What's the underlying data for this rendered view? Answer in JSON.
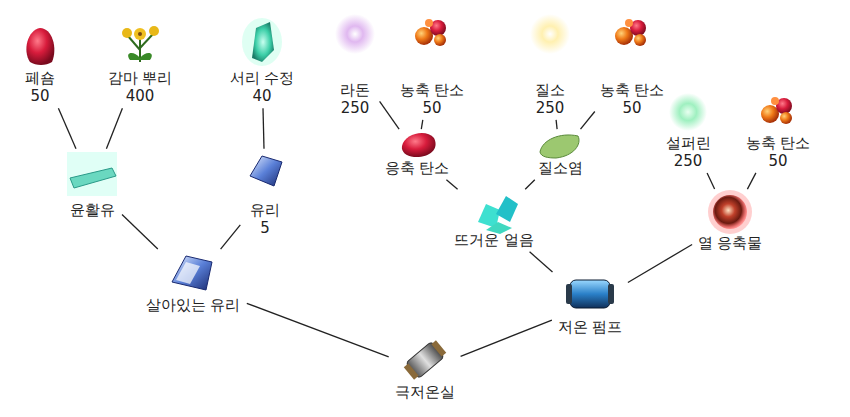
{
  "diagram": {
    "nodes": [
      {
        "text": [
          "페숌",
          "50"
        ]
      },
      {
        "text": [
          "감마 뿌리",
          "400"
        ]
      },
      {
        "text": [
          "서리 수정",
          "40"
        ]
      },
      {
        "text": [
          "라돈",
          "250"
        ]
      },
      {
        "text": [
          "농축 탄소",
          "50"
        ]
      },
      {
        "text": [
          "질소",
          "250"
        ]
      },
      {
        "text": [
          "농축 탄소",
          "50"
        ]
      },
      {
        "text": [
          "설퍼린",
          "250"
        ]
      },
      {
        "text": [
          "농축 탄소",
          "50"
        ]
      },
      {
        "text": [
          "윤활유"
        ]
      },
      {
        "text": [
          "유리",
          "5"
        ]
      },
      {
        "text": [
          "응축 탄소"
        ]
      },
      {
        "text": [
          "질소염"
        ]
      },
      {
        "text": [
          "뜨거운 얼음"
        ]
      },
      {
        "text": [
          "열 응축물"
        ]
      },
      {
        "text": [
          "살아있는 유리"
        ]
      },
      {
        "text": [
          "저온 펌프"
        ]
      },
      {
        "text": [
          "극저온실"
        ]
      }
    ],
    "edges": [
      {
        "from": 0,
        "to": 9,
        "arrow": "none"
      },
      {
        "from": 1,
        "to": 9,
        "arrow": "none"
      },
      {
        "from": 2,
        "to": 10,
        "arrow": "none"
      },
      {
        "from": 3,
        "to": 11,
        "arrow": "none"
      },
      {
        "from": 4,
        "to": 11,
        "arrow": "none"
      },
      {
        "from": 5,
        "to": 12,
        "arrow": "none"
      },
      {
        "from": 6,
        "to": 12,
        "arrow": "none"
      },
      {
        "from": 7,
        "to": 14,
        "arrow": "none"
      },
      {
        "from": 8,
        "to": 14,
        "arrow": "none"
      },
      {
        "from": 9,
        "to": 15,
        "arrow": "none"
      },
      {
        "from": 10,
        "to": 15,
        "arrow": "none"
      },
      {
        "from": 11,
        "to": 13,
        "arrow": "none"
      },
      {
        "from": 12,
        "to": 13,
        "arrow": "none"
      },
      {
        "from": 13,
        "to": 16,
        "arrow": "none"
      },
      {
        "from": 14,
        "to": 16,
        "arrow": "none"
      },
      {
        "from": 15,
        "to": 17,
        "arrow": "none"
      },
      {
        "from": 16,
        "to": 17,
        "arrow": "none"
      }
    ]
  }
}
